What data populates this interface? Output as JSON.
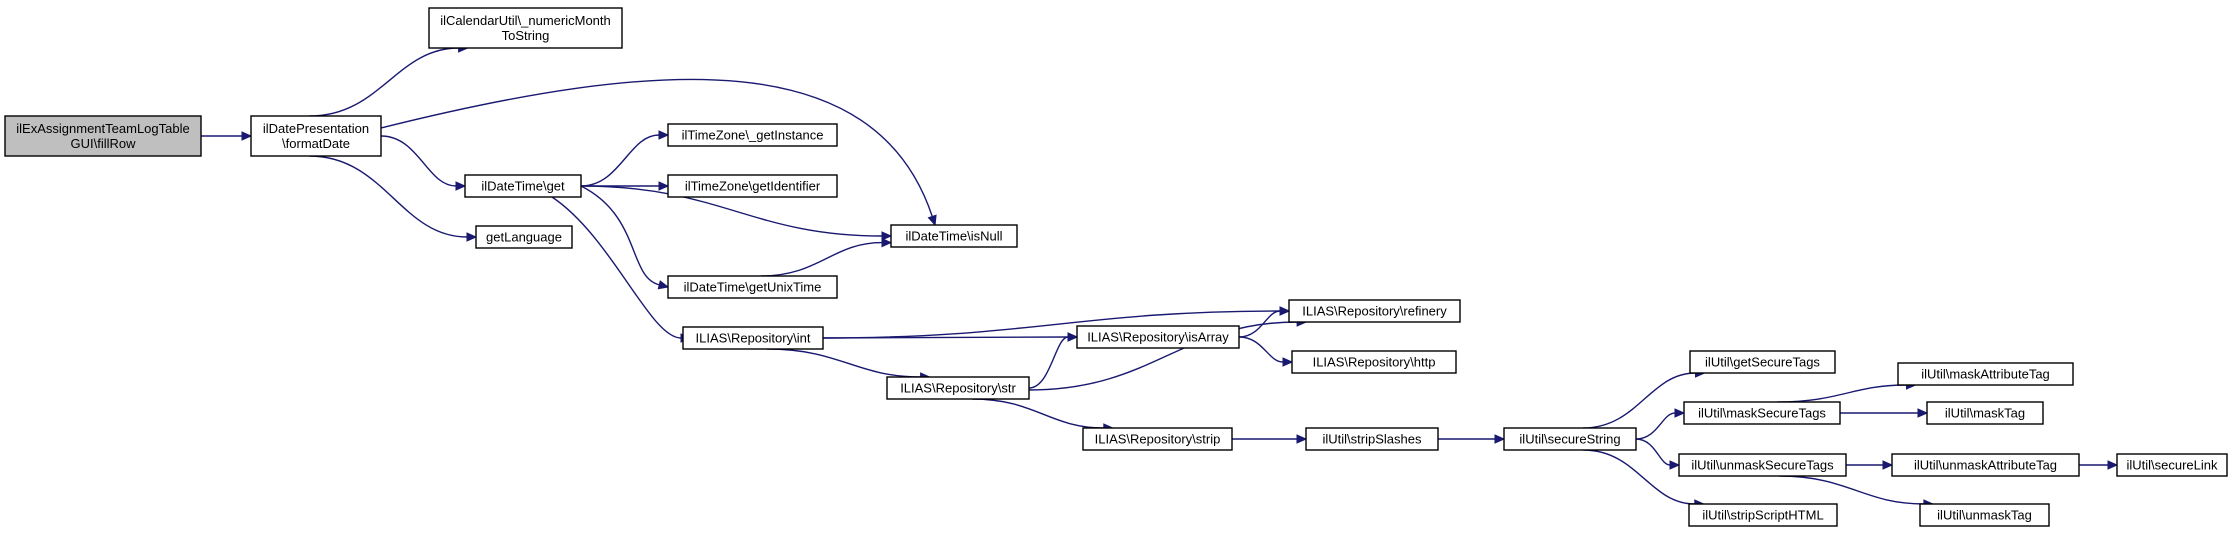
{
  "colors": {
    "edge": "#191970",
    "root_fill": "#bfbfbf",
    "node_fill": "#ffffff",
    "border": "#000000"
  },
  "nodes": [
    {
      "id": "root",
      "lines": [
        "ilExAssignmentTeamLogTable",
        "GUI\\fillRow"
      ],
      "highlighted": true
    },
    {
      "id": "dp_format",
      "lines": [
        "ilDatePresentation",
        "\\formatDate"
      ]
    },
    {
      "id": "cal_numeric",
      "lines": [
        "ilCalendarUtil\\_numericMonth",
        "ToString"
      ]
    },
    {
      "id": "dt_get",
      "lines": [
        "ilDateTime\\get"
      ]
    },
    {
      "id": "get_lang",
      "lines": [
        "getLanguage"
      ]
    },
    {
      "id": "tz_getinst",
      "lines": [
        "ilTimeZone\\_getInstance"
      ]
    },
    {
      "id": "tz_getid",
      "lines": [
        "ilTimeZone\\getIdentifier"
      ]
    },
    {
      "id": "dt_isnull",
      "lines": [
        "ilDateTime\\isNull"
      ]
    },
    {
      "id": "dt_unix",
      "lines": [
        "ilDateTime\\getUnixTime"
      ]
    },
    {
      "id": "repo_int",
      "lines": [
        "ILIAS\\Repository\\int"
      ]
    },
    {
      "id": "repo_isarray",
      "lines": [
        "ILIAS\\Repository\\isArray"
      ]
    },
    {
      "id": "repo_str",
      "lines": [
        "ILIAS\\Repository\\str"
      ]
    },
    {
      "id": "repo_refinery",
      "lines": [
        "ILIAS\\Repository\\refinery"
      ]
    },
    {
      "id": "repo_http",
      "lines": [
        "ILIAS\\Repository\\http"
      ]
    },
    {
      "id": "repo_strip",
      "lines": [
        "ILIAS\\Repository\\strip"
      ]
    },
    {
      "id": "util_stripslashes",
      "lines": [
        "ilUtil\\stripSlashes"
      ]
    },
    {
      "id": "util_securestring",
      "lines": [
        "ilUtil\\secureString"
      ]
    },
    {
      "id": "util_getsecuretags",
      "lines": [
        "ilUtil\\getSecureTags"
      ]
    },
    {
      "id": "util_masksecuretags",
      "lines": [
        "ilUtil\\maskSecureTags"
      ]
    },
    {
      "id": "util_unmasksecuretags",
      "lines": [
        "ilUtil\\unmaskSecureTags"
      ]
    },
    {
      "id": "util_stripscripthtml",
      "lines": [
        "ilUtil\\stripScriptHTML"
      ]
    },
    {
      "id": "util_maskattrtag",
      "lines": [
        "ilUtil\\maskAttributeTag"
      ]
    },
    {
      "id": "util_masktag",
      "lines": [
        "ilUtil\\maskTag"
      ]
    },
    {
      "id": "util_unmaskattrtag",
      "lines": [
        "ilUtil\\unmaskAttributeTag"
      ]
    },
    {
      "id": "util_unmasktag",
      "lines": [
        "ilUtil\\unmaskTag"
      ]
    },
    {
      "id": "util_securelink",
      "lines": [
        "ilUtil\\secureLink"
      ]
    }
  ],
  "edges": [
    [
      "root",
      "dp_format"
    ],
    [
      "dp_format",
      "cal_numeric"
    ],
    [
      "dp_format",
      "dt_isnull"
    ],
    [
      "dp_format",
      "dt_get"
    ],
    [
      "dp_format",
      "get_lang"
    ],
    [
      "dt_get",
      "tz_getinst"
    ],
    [
      "dt_get",
      "tz_getid"
    ],
    [
      "dt_get",
      "dt_isnull"
    ],
    [
      "dt_get",
      "dt_unix"
    ],
    [
      "dt_get",
      "repo_int"
    ],
    [
      "dt_unix",
      "dt_isnull"
    ],
    [
      "repo_int",
      "repo_refinery"
    ],
    [
      "repo_int",
      "repo_isarray"
    ],
    [
      "repo_int",
      "repo_str"
    ],
    [
      "repo_isarray",
      "repo_refinery"
    ],
    [
      "repo_isarray",
      "repo_http"
    ],
    [
      "repo_str",
      "repo_isarray"
    ],
    [
      "repo_str",
      "repo_refinery"
    ],
    [
      "repo_str",
      "repo_strip"
    ],
    [
      "repo_strip",
      "util_stripslashes"
    ],
    [
      "util_stripslashes",
      "util_securestring"
    ],
    [
      "util_securestring",
      "util_getsecuretags"
    ],
    [
      "util_securestring",
      "util_masksecuretags"
    ],
    [
      "util_securestring",
      "util_unmasksecuretags"
    ],
    [
      "util_securestring",
      "util_stripscripthtml"
    ],
    [
      "util_masksecuretags",
      "util_maskattrtag"
    ],
    [
      "util_masksecuretags",
      "util_masktag"
    ],
    [
      "util_unmasksecuretags",
      "util_unmaskattrtag"
    ],
    [
      "util_unmasksecuretags",
      "util_unmasktag"
    ],
    [
      "util_unmaskattrtag",
      "util_securelink"
    ]
  ]
}
